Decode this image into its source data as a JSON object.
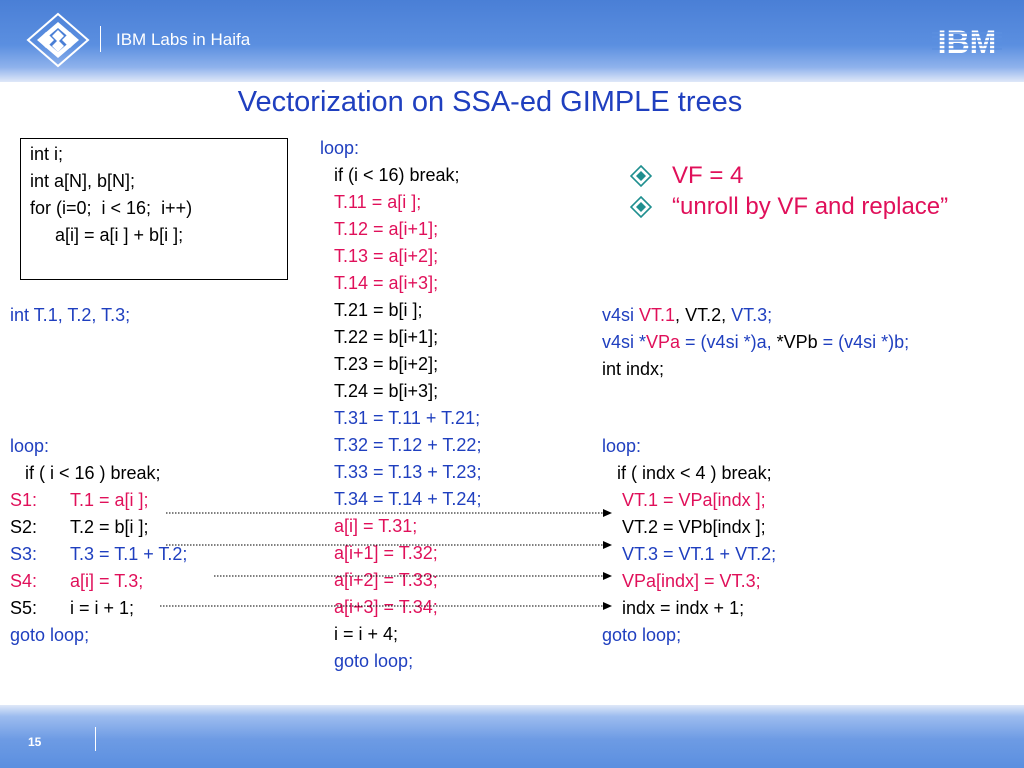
{
  "header": {
    "title": "IBM Labs in Haifa",
    "brand": "IBM"
  },
  "slide": {
    "title": "Vectorization on SSA-ed GIMPLE trees",
    "page_number": "15"
  },
  "source_box": {
    "lines": [
      "int i;",
      "int a[N], b[N];",
      "for (i=0;  i < 16;  i++)",
      "     a[i] = a[i ] + b[i ];"
    ]
  },
  "left_code": {
    "decl": "int T.1, T.2, T.3;",
    "loop_label": "loop:",
    "break_line": "   if ( i < 16 ) break;",
    "statements": [
      {
        "label": "S1:",
        "code": "T.1 = a[i ];"
      },
      {
        "label": "S2:",
        "code": "T.2 = b[i ];"
      },
      {
        "label": "S3:",
        "code": "T.3 = T.1 + T.2;"
      },
      {
        "label": "S4:",
        "code": "a[i] = T.3;"
      },
      {
        "label": "S5:",
        "code": "i = i + 1;"
      }
    ],
    "goto": "goto loop;"
  },
  "middle_code": {
    "loop_label": "loop:",
    "break_line": "if (i < 16) break;",
    "loads_a": [
      "T.11 = a[i ];",
      "T.12 = a[i+1];",
      "T.13 = a[i+2];",
      "T.14 = a[i+3];"
    ],
    "loads_b": [
      "T.21 = b[i ];",
      "T.22 = b[i+1];",
      "T.23 = b[i+2];",
      "T.24 = b[i+3];"
    ],
    "adds": [
      "T.31 = T.11 + T.21;",
      "T.32 = T.12 + T.22;",
      "T.33 = T.13 + T.23;",
      "T.34 = T.14 + T.24;"
    ],
    "stores": [
      "a[i] = T.31;",
      "a[i+1] = T.32;",
      "a[i+2] = T.33;",
      "a[i+3] = T.34;"
    ],
    "increment": "i = i + 4;",
    "goto": "goto loop;"
  },
  "bullets": [
    "VF = 4",
    "“unroll by VF and replace”"
  ],
  "right_code": {
    "decl1": {
      "type": "v4si ",
      "a": "VT.1",
      "sep1": ", ",
      "b": "VT.2",
      "sep2": ", ",
      "c": "VT.3;"
    },
    "decl2": {
      "type": "v4si *",
      "p1": "VPa",
      "cast1": " = (v4si *)a, ",
      "star": "*",
      "p2": "VPb",
      "cast2": " = (v4si *)b;"
    },
    "decl3": "int indx;",
    "loop_label": "loop:",
    "break_line": "   if ( indx < 4 ) break;",
    "body": [
      "VT.1 = VPa[indx ];",
      "VT.2 = VPb[indx ];",
      "VT.3 = VT.1 + VT.2;",
      "VPa[indx] = VT.3;",
      "indx = indx + 1;"
    ],
    "goto": "goto loop;"
  },
  "colors": {
    "title_blue": "#1f3fbf",
    "accent_red": "#e0105a",
    "header_blue": "#5b8fe0"
  }
}
